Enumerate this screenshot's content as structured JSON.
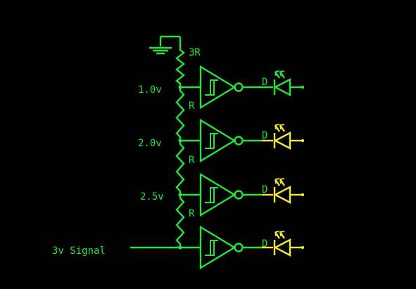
{
  "colors": {
    "background": "#000000",
    "wire": "#22e43a",
    "led_lit": "#f2e63a",
    "text": "#22e43a"
  },
  "labels": {
    "top_resistor": "3R",
    "divider_resistor": "R",
    "input_signal": "3v Signal",
    "diode_label": "D"
  },
  "taps": [
    {
      "voltage_label": "1.0v",
      "led_state": "off"
    },
    {
      "voltage_label": "2.0v",
      "led_state": "on"
    },
    {
      "voltage_label": "2.5v",
      "led_state": "on"
    },
    {
      "voltage_label": "",
      "led_state": "on"
    }
  ]
}
